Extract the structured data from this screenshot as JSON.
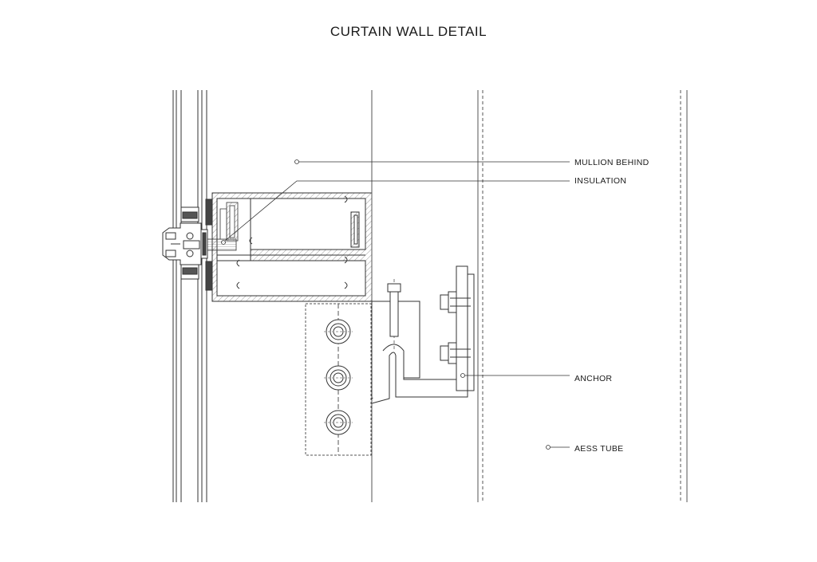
{
  "title": "CURTAIN WALL DETAIL",
  "callouts": {
    "mullion": "MULLION BEHIND",
    "insulation": "INSULATION",
    "anchor": "ANCHOR",
    "aess": "AESS TUBE"
  },
  "colors": {
    "line": "#333333",
    "hatch": "#cfcfcf",
    "gasket": "#444444"
  }
}
